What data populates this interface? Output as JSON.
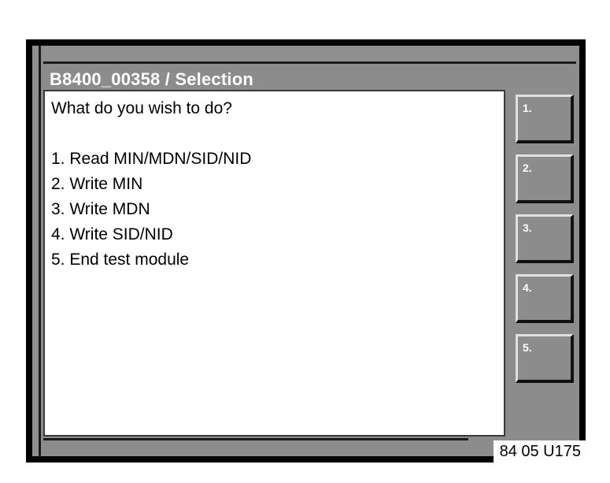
{
  "window": {
    "title": "B8400_00358 / Selection"
  },
  "content": {
    "prompt": "What do you wish to do?",
    "options": [
      "1. Read MIN/MDN/SID/NID",
      "2. Write MIN",
      "3. Write MDN",
      "4. Write SID/NID",
      "5. End test module"
    ]
  },
  "buttons": [
    {
      "label": "1."
    },
    {
      "label": "2."
    },
    {
      "label": "3."
    },
    {
      "label": "4."
    },
    {
      "label": "5."
    }
  ],
  "reference": "84 05 U175"
}
